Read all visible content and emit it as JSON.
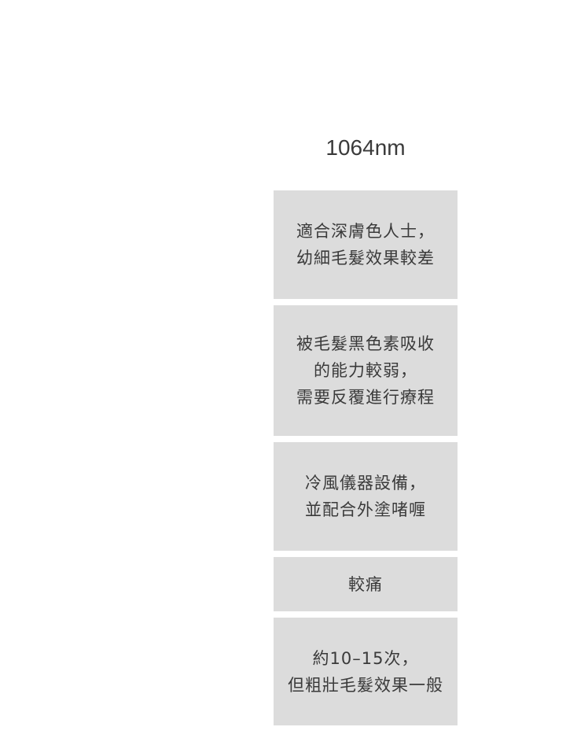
{
  "column": {
    "header": "1064nm",
    "rows": [
      {
        "lines": [
          "適合深膚色人士，",
          "幼細毛髮效果較差"
        ]
      },
      {
        "lines": [
          "被毛髮黑色素吸收",
          "的能力較弱，",
          "需要反覆進行療程"
        ]
      },
      {
        "lines": [
          "冷風儀器設備，",
          "並配合外塗啫喱"
        ]
      },
      {
        "lines": [
          "較痛"
        ]
      },
      {
        "lines": [
          "約10–15次，",
          "但粗壯毛髮效果一般"
        ]
      }
    ]
  }
}
